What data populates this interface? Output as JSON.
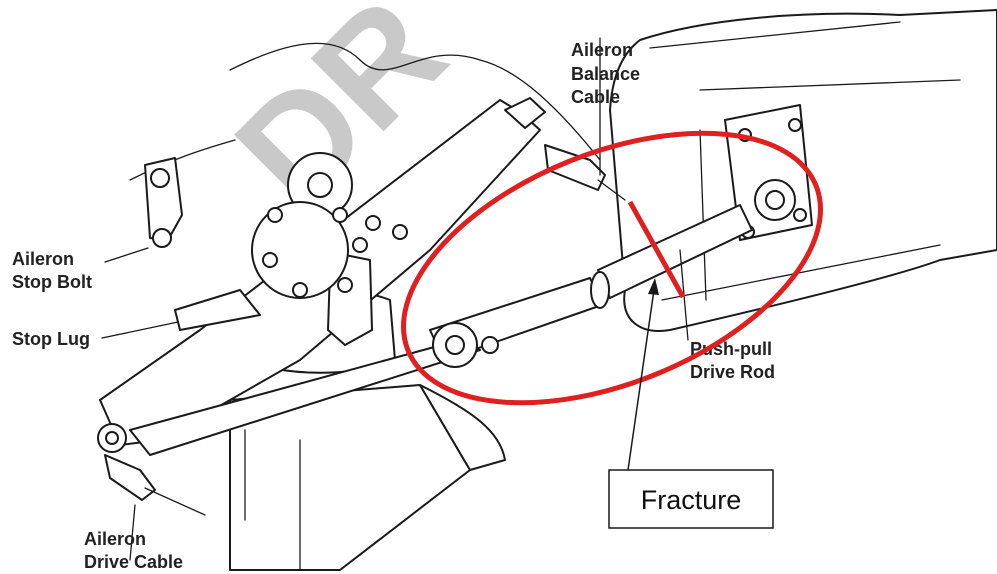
{
  "labels": {
    "aileron_balance_cable": [
      "Aileron",
      "Balance",
      "Cable"
    ],
    "aileron_stop_bolt": [
      "Aileron",
      "Stop Bolt"
    ],
    "stop_lug": "Stop Lug",
    "push_pull_drive_rod": [
      "Push-pull",
      "Drive Rod"
    ],
    "aileron_drive_cable": [
      "Aileron",
      "Drive Cable"
    ]
  },
  "callout": {
    "text": "Fracture"
  },
  "watermark": "DR",
  "colors": {
    "highlight": "#e02020",
    "ink": "#1a1a1a",
    "watermark": "#c9c9c9"
  }
}
